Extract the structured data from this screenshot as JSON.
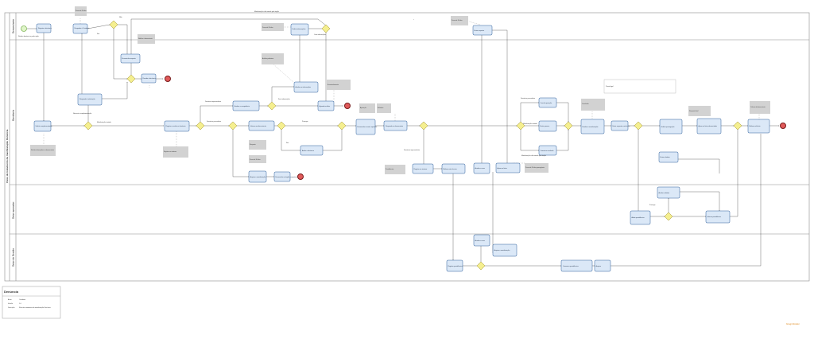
{
  "pool": {
    "title": "Fluxo de tratamento da manifestação Denúncia"
  },
  "lanes": [
    {
      "id": "l1",
      "label": "Denunciante"
    },
    {
      "id": "l2",
      "label": "Ouvidoria"
    },
    {
      "id": "l3",
      "label": "Setor apurador"
    },
    {
      "id": "l4",
      "label": "Setor de Gestão"
    }
  ],
  "colors": {
    "task_fill": "#dbe8f7",
    "task_stroke": "#2f5f9a",
    "gateway_fill": "#f5ef8f",
    "start_fill": "#dff5c8",
    "end_fill": "#e05a5a",
    "note_fill": "#d2d2d2"
  },
  "events": [
    {
      "id": "s1",
      "kind": "start",
      "label": "Realiza denúncia e pede sigilo"
    },
    {
      "id": "e1",
      "kind": "end",
      "label": ""
    },
    {
      "id": "e2",
      "kind": "end",
      "label": ""
    },
    {
      "id": "e3",
      "kind": "end",
      "label": ""
    },
    {
      "id": "e4",
      "kind": "end",
      "label": ""
    }
  ],
  "tasks": [
    {
      "id": "t1",
      "label": "Registra a denúncia"
    },
    {
      "id": "t2",
      "label": "Responde à Ouvidoria"
    },
    {
      "id": "t3",
      "label": "Responde à solicitação"
    },
    {
      "id": "t4",
      "label": "Encaminha resposta"
    },
    {
      "id": "t5",
      "label": "Recebe a denúncia"
    },
    {
      "id": "t6",
      "label": "Solicita complementação"
    },
    {
      "id": "t7",
      "label": "Arquiva"
    },
    {
      "id": "t8",
      "label": "Registra e analisa a denúncia"
    },
    {
      "id": "t9",
      "label": "Analisa a competência"
    },
    {
      "id": "t10",
      "label": "Informa ao denunciante"
    },
    {
      "id": "t11",
      "label": "Arquiva a manifestação"
    },
    {
      "id": "t12",
      "label": "Encaminha ao órgão competente"
    },
    {
      "id": "t13",
      "label": "Solicita informações"
    },
    {
      "id": "t14",
      "label": "Analisa as informações"
    },
    {
      "id": "t15",
      "label": "Aguarda análise"
    },
    {
      "id": "t16",
      "label": "Avalia a denúncia"
    },
    {
      "id": "t17",
      "label": "Encaminha ao setor apurador"
    },
    {
      "id": "t18",
      "label": "Responde ao denunciante"
    },
    {
      "id": "t19",
      "label": "Registra no sistema"
    },
    {
      "id": "t20",
      "label": "Elabora nota técnica"
    },
    {
      "id": "t21",
      "label": "Envia resposta"
    },
    {
      "id": "t22",
      "label": "Analisa o caso"
    },
    {
      "id": "t23",
      "label": "Apura os fatos"
    },
    {
      "id": "t24",
      "label": "Conclui apuração"
    },
    {
      "id": "t25",
      "label": "Emite parecer"
    },
    {
      "id": "t26",
      "label": "Comunica resultado"
    },
    {
      "id": "t27",
      "label": "Finaliza a manifestação"
    },
    {
      "id": "t28",
      "label": "Emite resposta conclusiva"
    },
    {
      "id": "t29",
      "label": "Solicita prorrogação"
    },
    {
      "id": "t30",
      "label": "Apura os fatos denunciados"
    },
    {
      "id": "t31",
      "label": "Elabora relatório"
    },
    {
      "id": "t32",
      "label": "Envia relatório"
    },
    {
      "id": "t33",
      "label": "Analisa relatório"
    },
    {
      "id": "t34",
      "label": "Adota providências"
    },
    {
      "id": "t35",
      "label": "Informa providências"
    },
    {
      "id": "t36",
      "label": "Registra providências"
    },
    {
      "id": "t37",
      "label": "Comunica providências"
    }
  ],
  "notes": [
    {
      "id": "n1",
      "label": "Prazo de 20 dias"
    },
    {
      "id": "n2",
      "label": "Prazo de 30 dias"
    },
    {
      "id": "n3",
      "label": "Prazo de 10 dias"
    },
    {
      "id": "n4",
      "label": "Prazo legal"
    },
    {
      "id": "n5",
      "label": "Solicita informações ao denunciante"
    },
    {
      "id": "n6",
      "label": "Notifica o denunciante"
    },
    {
      "id": "n7",
      "label": "Registro no sistema"
    },
    {
      "id": "n8",
      "label": "Análise preliminar"
    },
    {
      "id": "n9",
      "label": "Encaminhamento"
    },
    {
      "id": "n10",
      "label": "Resposta"
    },
    {
      "id": "n11",
      "label": "Prazo de 30 dias"
    },
    {
      "id": "n12",
      "label": "Apuração"
    },
    {
      "id": "n13",
      "label": "Relatório"
    },
    {
      "id": "n14",
      "label": "Providências"
    },
    {
      "id": "n15",
      "label": "Prazo de 20 dias prorrogáveis"
    },
    {
      "id": "n16",
      "label": "Conclusão"
    },
    {
      "id": "n17",
      "label": "Resposta final"
    },
    {
      "id": "n18",
      "label": "Ciência do denunciante"
    }
  ],
  "flow_labels": [
    {
      "id": "f1",
      "label": "Não"
    },
    {
      "id": "f2",
      "label": "Sim"
    },
    {
      "id": "f3",
      "label": "Denúncia improcedente"
    },
    {
      "id": "f4",
      "label": "Denúncia procedente"
    },
    {
      "id": "f5",
      "label": "Manifestação não tratada pelo órgão"
    },
    {
      "id": "f6",
      "label": "Manifestação tratada"
    },
    {
      "id": "f7",
      "label": "Necessita complementação"
    },
    {
      "id": "f8",
      "label": "Sem informações"
    },
    {
      "id": "f9",
      "label": "Com informações"
    },
    {
      "id": "f10",
      "label": "Prorroga"
    }
  ],
  "legend": {
    "title": "Denúncia",
    "rows": [
      {
        "key": "Autor",
        "value": "Ouvidoria"
      },
      {
        "key": "Versão",
        "value": "1.0"
      },
      {
        "key": "Descrição",
        "value": "Fluxo de tratamento da manifestação Denúncia"
      }
    ]
  },
  "logo": {
    "text": "bizagi Modeler"
  }
}
